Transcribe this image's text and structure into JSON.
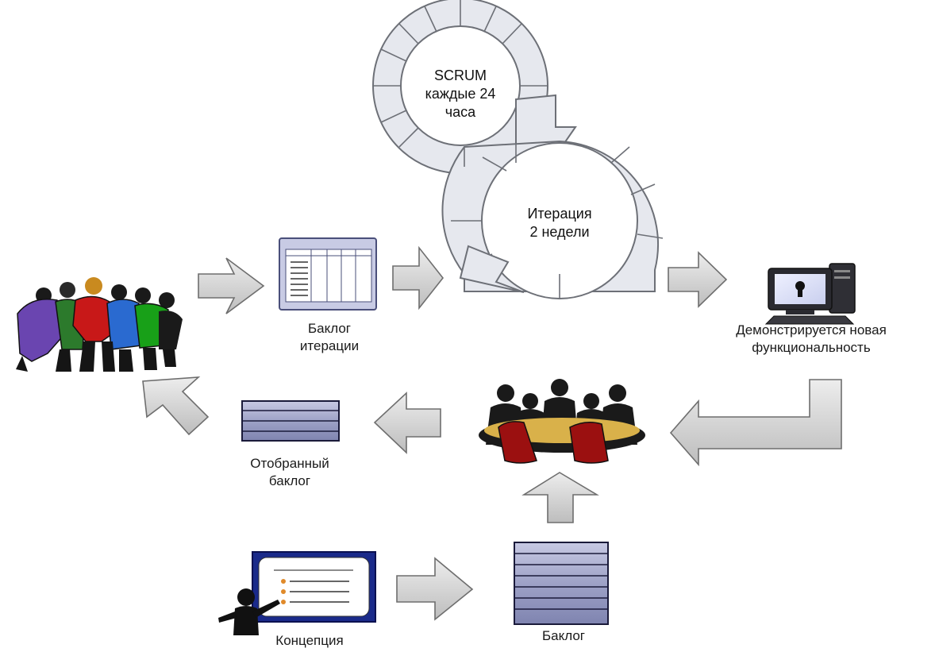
{
  "labels": {
    "scrum_line1": "SCRUM",
    "scrum_line2": "каждые 24",
    "scrum_line3": "часа",
    "iteration_line1": "Итерация",
    "iteration_line2": "2 недели",
    "iteration_backlog_line1": "Баклог",
    "iteration_backlog_line2": "итерации",
    "demo_line1": "Демонстрируется новая",
    "demo_line2": "функциональность",
    "selected_backlog_line1": "Отобранный",
    "selected_backlog_line2": "баклог",
    "concept": "Концепция",
    "backlog": "Баклог"
  },
  "icons": {
    "team": "team-huddle-icon",
    "meeting": "meeting-table-icon",
    "computer": "computer-icon",
    "presenter": "presenter-board-icon",
    "iteration_backlog": "spreadsheet-icon",
    "selected_backlog": "stack-icon",
    "backlog": "stack-icon"
  },
  "colors": {
    "arrow_fill": "#d4d4d4",
    "arrow_stroke": "#6e6e6e",
    "ring_fill": "#e6e8ee",
    "ring_stroke": "#6d7077",
    "stack_fill": "#9ea2c7",
    "board_frame": "#1a2a8a",
    "chair_red": "#9b1010"
  }
}
